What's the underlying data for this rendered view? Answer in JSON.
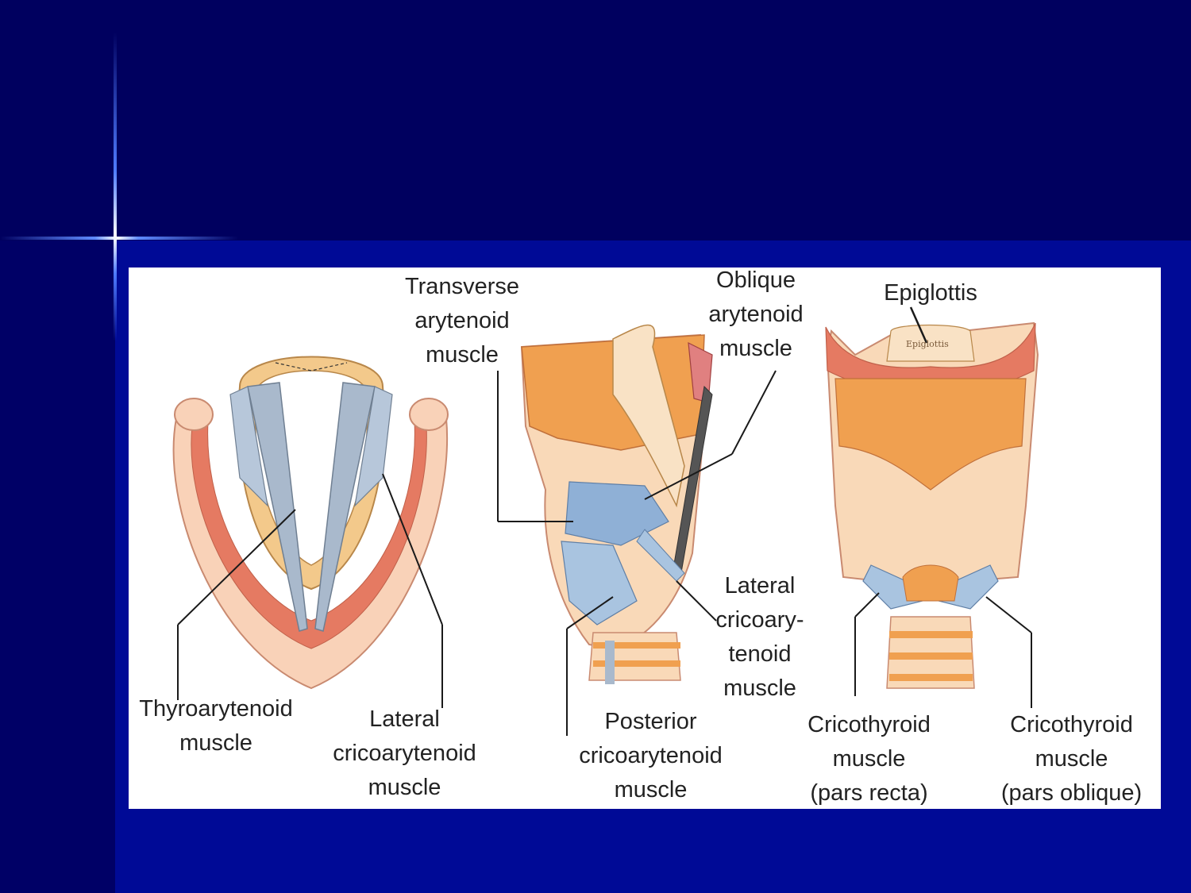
{
  "slide": {
    "colors": {
      "header": "#00005f",
      "body": "#000a96",
      "accent": "#5f8bff",
      "panel": "#ffffff"
    }
  },
  "figure": {
    "labels": {
      "transverse_arytenoid": "Transverse\narytenoid\nmuscle",
      "oblique_arytenoid": "Oblique\narytenoid\nmuscle",
      "epiglottis": "Epiglottis",
      "epiglottis_small": "Epiglottis",
      "lateral_cricoarytenoid_middle": "Lateral\ncricoary-\ntenoid\nmuscle",
      "thyroarytenoid": "Thyroarytenoid\nmuscle",
      "lateral_cricoarytenoid_left": "Lateral\ncricoarytenoid\nmuscle",
      "posterior_cricoarytenoid": "Posterior\ncricoarytenoid\nmuscle",
      "cricothyroid_recta": "Cricothyroid\nmuscle\n(pars recta)",
      "cricothyroid_oblique": "Cricothyroid\nmuscle\n(pars oblique)"
    },
    "colors": {
      "cartilage": "#f0a050",
      "skin": "#f9d9b8",
      "muscle": "#a9c4e0",
      "ring": "#e57a62",
      "line": "#1a1a1a"
    }
  }
}
